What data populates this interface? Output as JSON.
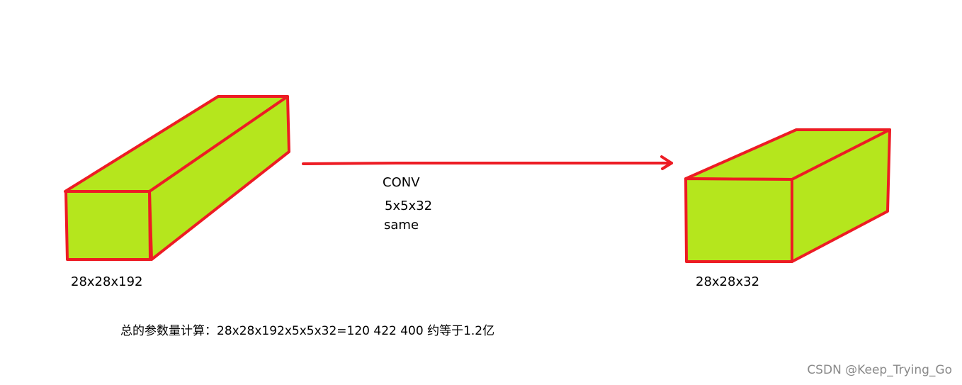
{
  "input_block": {
    "label": "28x28x192"
  },
  "operation": {
    "name": "CONV",
    "filter": "5x5x32",
    "padding": "same"
  },
  "output_block": {
    "label": "28x28x32"
  },
  "calculation": {
    "text": "总的参数量计算：28x28x192x5x5x32=120 422 400 约等于1.2亿"
  },
  "watermark": "CSDN @Keep_Trying_Go",
  "colors": {
    "fill": "#b5e61d",
    "stroke": "#ed1c24"
  }
}
